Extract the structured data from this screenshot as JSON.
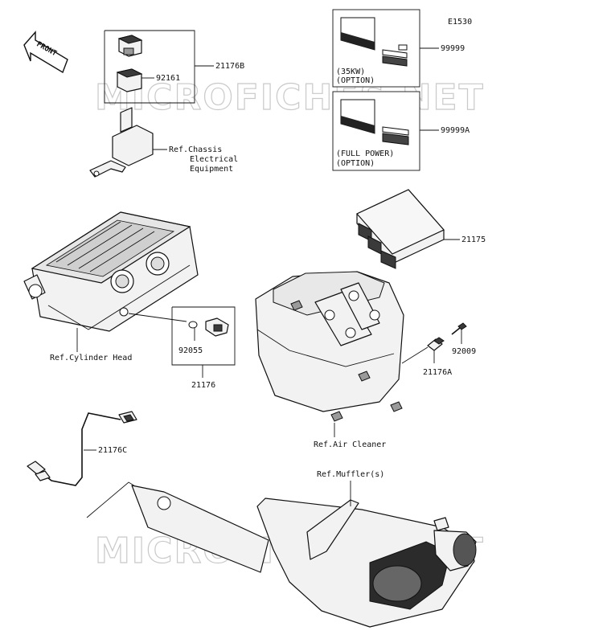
{
  "diagram": {
    "code": "E1530",
    "front_arrow": "FRONT",
    "parts": {
      "p21176B": "21176B",
      "p92161": "92161",
      "p99999": "99999",
      "p99999A": "99999A",
      "p21175": "21175",
      "p92055": "92055",
      "p21176": "21176",
      "p92009": "92009",
      "p21176A": "21176A",
      "p21176C": "21176C"
    },
    "refs": {
      "chassis_l1": "Ref.Chassis",
      "chassis_l2": "Electrical",
      "chassis_l3": "Equipment",
      "cylinder_head": "Ref.Cylinder Head",
      "air_cleaner": "Ref.Air Cleaner",
      "muffler": "Ref.Muffler(s)"
    },
    "options": {
      "kw35_l1": "(35KW)",
      "kw35_l2": "(OPTION)",
      "full_l1": "(FULL POWER)",
      "full_l2": "(OPTION)"
    },
    "watermark": "MICROFICHES.NET"
  }
}
